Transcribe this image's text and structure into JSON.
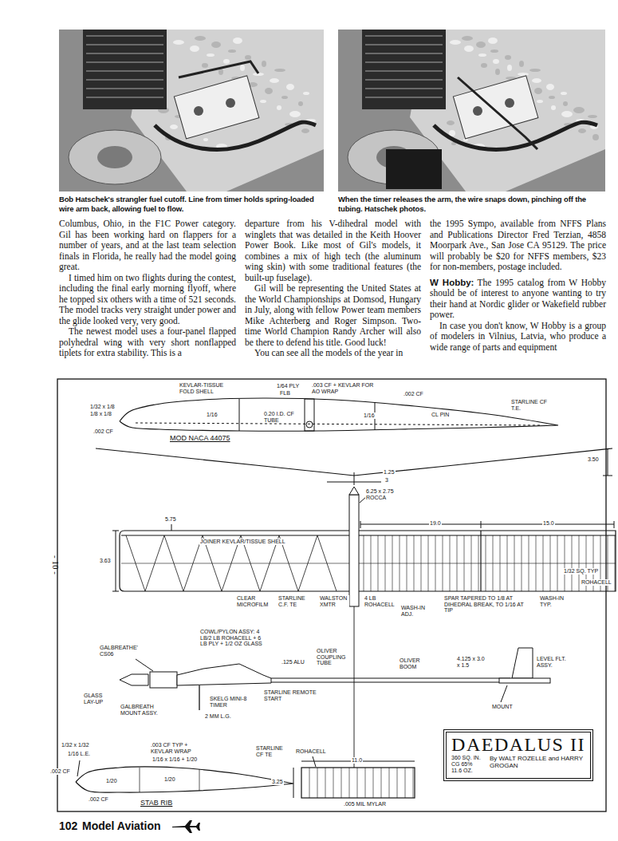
{
  "diagram": {
    "nodes": [
      {
        "text": [
          "DAEDALUS II",
          "360 SQ. IN. CG 65% 11.6 OZ.",
          "By WALT ROZELLE and HARRY GROGAN"
        ]
      }
    ],
    "labels": [
      "Bob Hatschek's strangler fuel cutoff. Line from timer holds spring-loaded wire arm back, allowing fuel to flow.",
      "When the timer releases the arm, the wire snaps down, pinching off the tubing. Hatschek photos.",
      "Columbus, Ohio, in the F1C Power category. Gil has been working hard on flappers for a number of years, and at the last team selection finals in Florida, he really had the model going great.",
      "I timed him on two flights during the contest, including the final early morning flyoff, where he topped six others with a time of 521 seconds. The model tracks very straight under power and the glide looked very, very good.",
      "The newest model uses a four-panel flapped polyhedral wing with very short nonflapped tiplets for extra stability. This is a",
      "departure from his V-dihedral model with winglets that was detailed in the Keith Hoover Power Book. Like most of Gil's models, it combines a mix of high tech (the aluminum wing skin) with some traditional features (the built-up fuselage).",
      "Gil will be representing the United States at the World Championships at Domsod, Hungary in July, along with fellow Power team members Mike Achterberg and Roger Simpson. Two-time World Champion Randy Archer will also be there to defend his title. Good luck!",
      "You can see all the models of the year in",
      "the 1995 Sympo, available from NFFS Plans and Publications Director Fred Terzian, 4858 Moorpark Ave., San Jose CA 95129. The price will probably be $20 for NFFS members, $23 for non-members, postage included.",
      "W Hobby:",
      "The 1995 catalog from W Hobby should be of interest to anyone wanting to try their hand at Nordic glider or Wakefield rubber power.",
      "In case you don't know, W Hobby is a group of modelers in Vilnius, Latvia, who produce a wide range of parts and equipment",
      "102",
      "Model Aviation",
      "- 10 -",
      "KEVLAR-TISSUE FOLD SHELL",
      "1/32 x 1/8",
      "1/8 x 1/8",
      "1/64 PLY",
      "FLB",
      ".003 CF + KEVLAR FOR AO WRAP",
      ".002 CF",
      ".002 CF",
      "1/16",
      "1/16",
      "CL PIN",
      "STARLINE CF T.E.",
      "0.20 I.D. CF TUBE",
      "MOD NACA 44075",
      "3.50",
      "1.25",
      "3",
      "6.25 x 2.75 ROCCA",
      "5.75",
      "3.63",
      "19.0",
      "15.0",
      "JOINER KEVLAR/TISSUE SHELL",
      "CLEAR MICROFILM",
      "STARLINE C.F. TE",
      "WALSTON XMTR",
      "4 LB ROHACELL",
      "WASH-IN ADJ.",
      "SPAR TAPERED TO 1/8 AT DIHEDRAL BREAK, TO 1/16 AT TIP",
      "WASH-IN TYP.",
      "1/32 SQ. TYP",
      "ROHACELL",
      "GALBREATHE' CS06",
      "COWL/PYLON ASSY: 4 LB/2 LB ROHACELL + 6 LB PLY + 1/2 OZ GLASS",
      ".125 ALU",
      "OLIVER COUPLING TUBE",
      "OLIVER BOOM",
      "4.125 x 3.0 x 1.5",
      "LEVEL FLT. ASSY.",
      "GLASS LAY-UP",
      "STARLINE REMOTE START",
      "SKELG MINI-8 TIMER",
      "GALBREATH MOUNT ASSY.",
      "2 MM L.G.",
      "MOUNT",
      "1/32 x 1/32",
      "1/16 L.E.",
      ".003 CF TYP + KEVLAR WRAP",
      "1/16 x 1/16 + 1/20",
      "STARLINE CF TE",
      ".002 CF",
      "1/20",
      "1/20",
      ".002 CF",
      "STAB RIB",
      "ROHACELL",
      "11.0",
      "3.25",
      ".005 MIL MYLAR"
    ]
  }
}
